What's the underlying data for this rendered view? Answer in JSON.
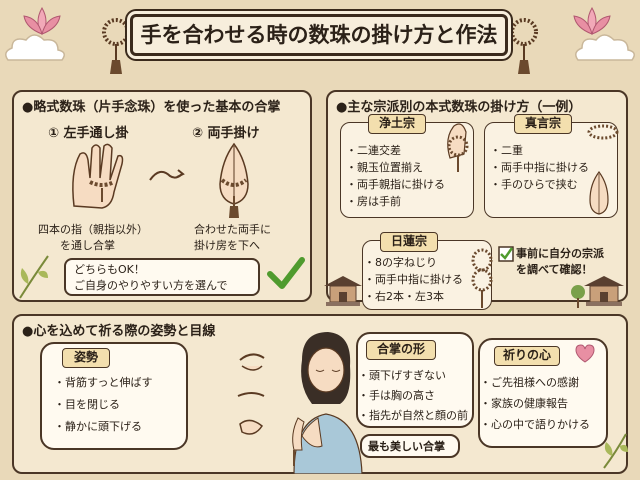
{
  "title": "手を合わせる時の数珠の掛け方と作法",
  "left_section": {
    "heading": "●略式数珠（片手念珠）を使った基本の合掌",
    "method1": {
      "label": "① 左手通し掛",
      "desc1": "四本の指（親指以外）",
      "desc2": "を通し合掌"
    },
    "method2": {
      "label": "② 両手掛け",
      "desc1": "合わせた両手に",
      "desc2": "掛け房を下へ"
    },
    "note1": "どちらもOK！",
    "note2": "ご自身のやりやすい方を選んで"
  },
  "right_section": {
    "heading": "●主な宗派別の本式数珠の掛け方（一例）",
    "jodo": {
      "name": "浄土宗",
      "items": [
        "二連交差",
        "親玉位置揃え",
        "両手親指に掛ける",
        "房は手前"
      ]
    },
    "shingon": {
      "name": "真言宗",
      "items": [
        "二重",
        "両手中指に掛ける",
        "手のひらで挟む"
      ]
    },
    "nichiren": {
      "name": "日蓮宗",
      "items": [
        "8の字ねじり",
        "両手中指に掛ける",
        "右2本・左3本"
      ]
    },
    "check_note1": "事前に自分の宗派",
    "check_note2": "を調べて確認！"
  },
  "bottom_section": {
    "heading": "●心を込めて祈る際の姿勢と目線",
    "posture": {
      "name": "姿勢",
      "items": [
        "背筋すっと伸ばす",
        "目を閉じる",
        "静かに頭下げる"
      ]
    },
    "gassho": {
      "name": "合掌の形",
      "items": [
        "頭下げすぎない",
        "手は胸の高さ",
        "指先が自然と顔の前"
      ],
      "caption": "最も美しい合掌"
    },
    "heart": {
      "name": "祈りの心",
      "items": [
        "ご先祖様への感謝",
        "家族の健康報告",
        "心の中で語りかける"
      ]
    }
  },
  "colors": {
    "background": "#e9d9b9",
    "panel": "#f4e8d0",
    "outline": "#4a3626",
    "check": "#4f9b2e",
    "lotus": "#e88fa3",
    "cloud": "#ffffff"
  }
}
